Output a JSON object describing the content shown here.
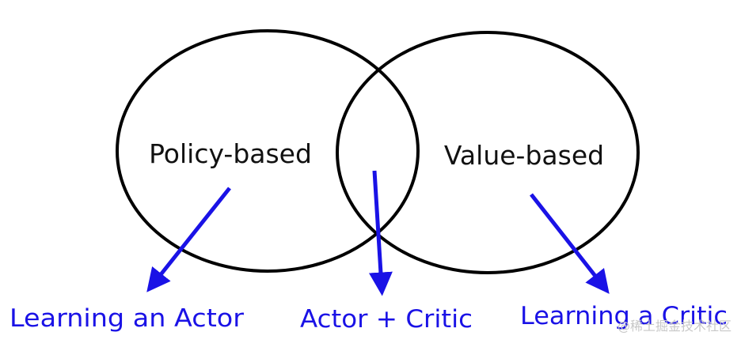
{
  "diagram": {
    "left_set": {
      "label": "Policy-based"
    },
    "right_set": {
      "label": "Value-based"
    },
    "outcomes": {
      "left": "Learning an Actor",
      "middle": "Actor + Critic",
      "right": "Learning a Critic"
    },
    "watermark": "@稀土掘金技术社区"
  },
  "colors": {
    "circle_stroke": "#000000",
    "arrow": "#1a12e6",
    "outcome_text": "#1a12e6",
    "label_text": "#111111",
    "watermark": "#c8c8c8"
  }
}
